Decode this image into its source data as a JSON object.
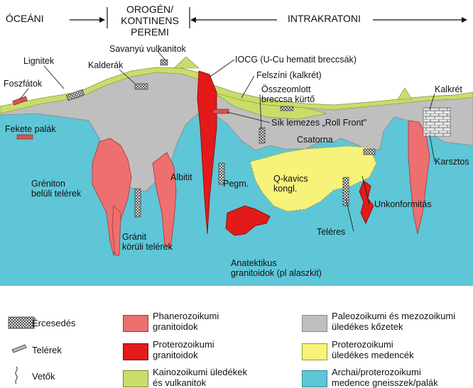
{
  "header": {
    "oceanic": "ÓCEÁNI",
    "orogen": [
      "OROGÉN/",
      "KONTINENS",
      "PEREMI"
    ],
    "intracratonic": "INTRAKRATONI"
  },
  "labels": {
    "lignitek": "Lignitek",
    "foszfatok": "Foszfátok",
    "kalderak": "Kalderák",
    "savanyu": "Savanyú vulkanitok",
    "iocg": "IOCG (U-Cu hematit breccsák)",
    "felszini": "Felszíni (kalkrét)",
    "osszeomlott": [
      "Összeomlott",
      "breccsa kürtő"
    ],
    "sik_lemezes": "Sík lemezes „Roll Front\"",
    "csatorna": "Csatorna",
    "kalkret": "Kalkrét",
    "karsztos": "Karsztos",
    "fekete_palak": "Fekete palák",
    "graniton_beluli": [
      "Gréniton",
      "belüli telérek"
    ],
    "albitit": "Albitit",
    "pegm": "Pegm.",
    "q_kavics": [
      "Q-kavics",
      "kongl."
    ],
    "unkonformitas": "Unkonformitás",
    "teleres": "Teléres",
    "granit_koruli": [
      "Gránit",
      "körüli telérek"
    ],
    "anatektikus": [
      "Anatektikus",
      "granitoidok (pl alaszkit)"
    ]
  },
  "legend": [
    {
      "key": "ercesedes",
      "label": "Ércesedés"
    },
    {
      "key": "telerek",
      "label": "Telérek"
    },
    {
      "key": "vetok",
      "label": "Vetők"
    },
    {
      "key": "phanerozoic",
      "label": [
        "Phanerozoikumi",
        "granitoidok"
      ],
      "color": "#ee6f6f"
    },
    {
      "key": "proterozoic_gr",
      "label": [
        "Proterozoikumi",
        "granitoidok"
      ],
      "color": "#e21a1a"
    },
    {
      "key": "cenozoic",
      "label": [
        "Kainozoikumi üledékek",
        "és vulkanitok"
      ],
      "color": "#c8dd6a"
    },
    {
      "key": "paleo_meso",
      "label": [
        "Paleozoikumi és mezozoikumi",
        "üledékes kőzetek"
      ],
      "color": "#bfbfbf"
    },
    {
      "key": "proterozoic_basin",
      "label": [
        "Proterozoikumi",
        "üledékes medencék"
      ],
      "color": "#f6f27a"
    },
    {
      "key": "archean",
      "label": [
        "Archai/proterozoikumi",
        "medence gneisszek/palák"
      ],
      "color": "#5ec6d6"
    }
  ],
  "colors": {
    "archean": "#5ec6d6",
    "paleo_meso": "#bfbfbf",
    "cenozoic": "#c8dd6a",
    "phanerozoic": "#ee6f6f",
    "proterozoic_gr": "#e21a1a",
    "proterozoic_basin": "#f6f27a"
  }
}
